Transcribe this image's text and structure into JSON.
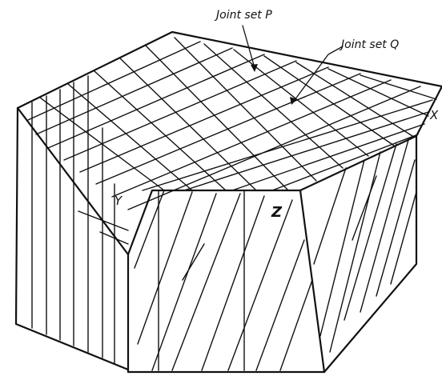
{
  "figure": {
    "labels": {
      "joint_set_p": "Joint set P",
      "joint_set_q": "Joint set Q",
      "axis_x": "X",
      "axis_y": "Y",
      "axis_z": "Z"
    },
    "colors": {
      "ink": "#111111",
      "background": "#ffffff"
    }
  }
}
